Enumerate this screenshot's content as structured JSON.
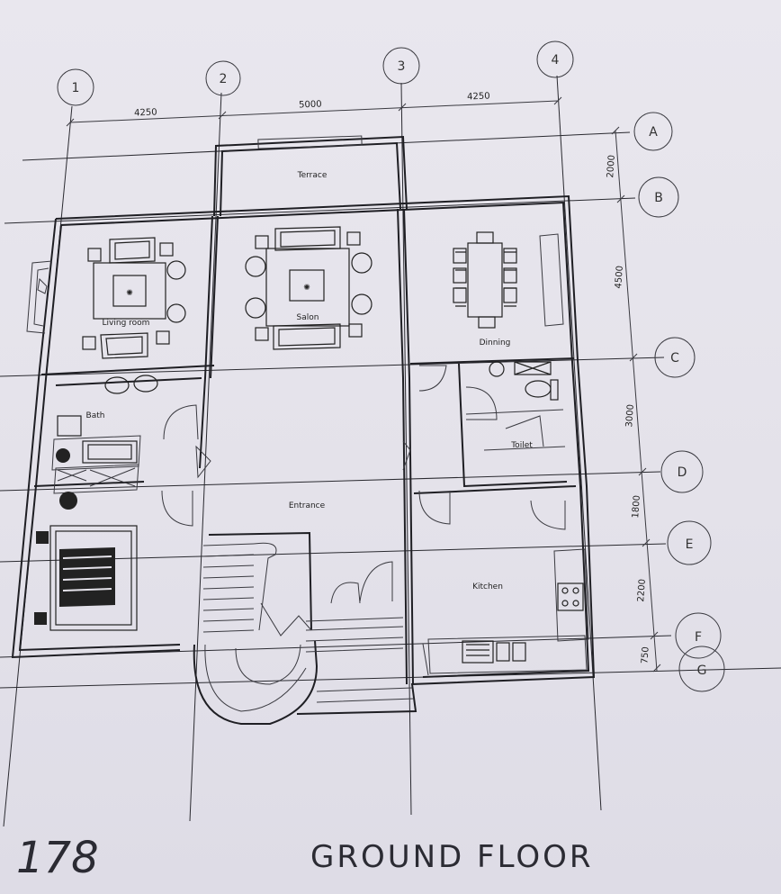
{
  "sheet": {
    "title": "GROUND FLOOR",
    "page_number": "178"
  },
  "grid_axes": {
    "numbers": [
      "1",
      "2",
      "3",
      "4"
    ],
    "letters": [
      "A",
      "B",
      "C",
      "D",
      "E",
      "F",
      "G"
    ]
  },
  "dimensions": {
    "horizontal": [
      "4250",
      "5000",
      "4250"
    ],
    "vertical": [
      "2000",
      "4500",
      "3000",
      "1800",
      "2200",
      "750"
    ]
  },
  "rooms": {
    "terrace": "Terrace",
    "living_room": "Living room",
    "salon": "Salon",
    "dining": "Dinning",
    "bath": "Bath",
    "toilet": "Toilet",
    "entrance": "Entrance",
    "kitchen": "Kitchen"
  }
}
